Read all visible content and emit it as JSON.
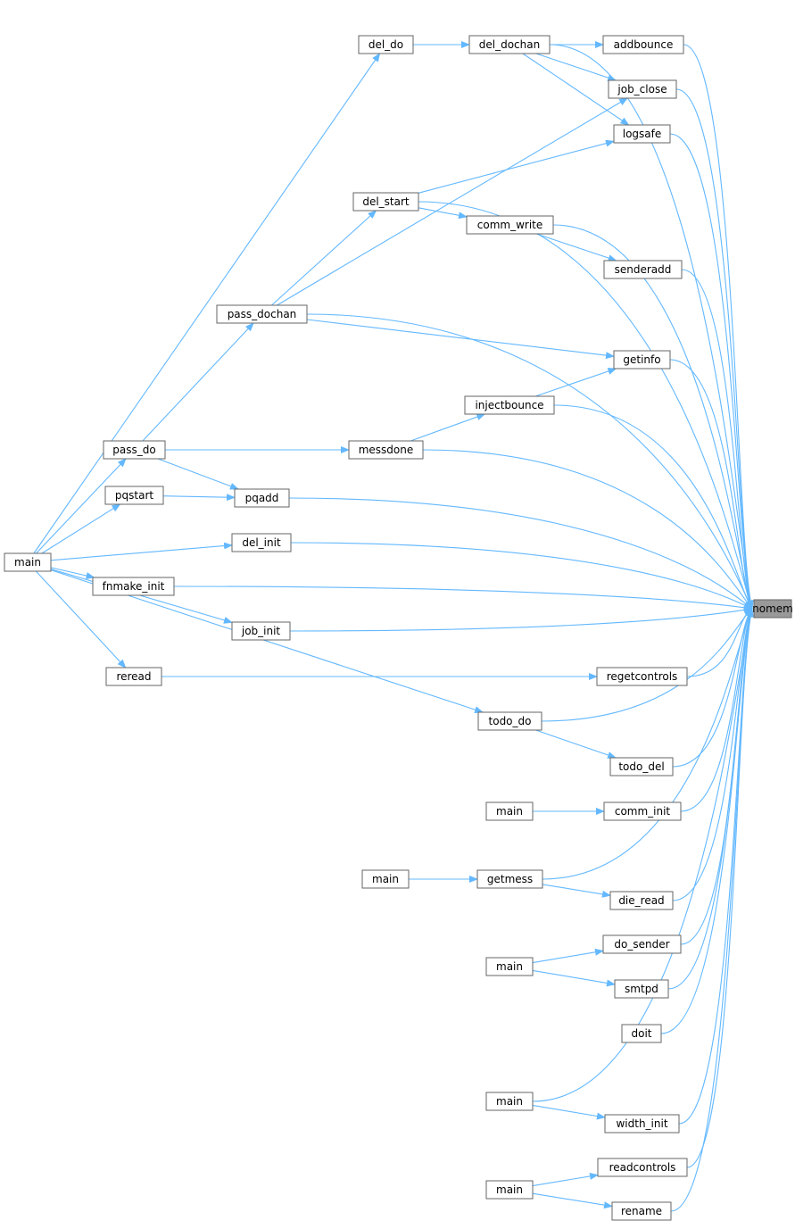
{
  "colors": {
    "edge": "#63b8ff",
    "node_border": "#666666",
    "node_fill": "#ffffff",
    "target_fill": "#999999"
  },
  "nodes": [
    {
      "id": "nomem",
      "label": "nomem",
      "target": true
    },
    {
      "id": "del_do",
      "label": "del_do"
    },
    {
      "id": "del_dochan",
      "label": "del_dochan"
    },
    {
      "id": "addbounce",
      "label": "addbounce"
    },
    {
      "id": "job_close",
      "label": "job_close"
    },
    {
      "id": "logsafe",
      "label": "logsafe"
    },
    {
      "id": "del_start",
      "label": "del_start"
    },
    {
      "id": "comm_write",
      "label": "comm_write"
    },
    {
      "id": "senderadd",
      "label": "senderadd"
    },
    {
      "id": "pass_dochan",
      "label": "pass_dochan"
    },
    {
      "id": "getinfo",
      "label": "getinfo"
    },
    {
      "id": "injectbounce",
      "label": "injectbounce"
    },
    {
      "id": "pass_do",
      "label": "pass_do"
    },
    {
      "id": "messdone",
      "label": "messdone"
    },
    {
      "id": "pqstart",
      "label": "pqstart"
    },
    {
      "id": "pqadd",
      "label": "pqadd"
    },
    {
      "id": "main1",
      "label": "main"
    },
    {
      "id": "del_init",
      "label": "del_init"
    },
    {
      "id": "fnmake_init",
      "label": "fnmake_init"
    },
    {
      "id": "job_init",
      "label": "job_init"
    },
    {
      "id": "reread",
      "label": "reread"
    },
    {
      "id": "regetcontrols",
      "label": "regetcontrols"
    },
    {
      "id": "todo_do",
      "label": "todo_do"
    },
    {
      "id": "todo_del",
      "label": "todo_del"
    },
    {
      "id": "main2",
      "label": "main"
    },
    {
      "id": "comm_init",
      "label": "comm_init"
    },
    {
      "id": "main3",
      "label": "main"
    },
    {
      "id": "getmess",
      "label": "getmess"
    },
    {
      "id": "die_read",
      "label": "die_read"
    },
    {
      "id": "do_sender",
      "label": "do_sender"
    },
    {
      "id": "main4",
      "label": "main"
    },
    {
      "id": "smtpd",
      "label": "smtpd"
    },
    {
      "id": "doit",
      "label": "doit"
    },
    {
      "id": "main5",
      "label": "main"
    },
    {
      "id": "width_init",
      "label": "width_init"
    },
    {
      "id": "readcontrols",
      "label": "readcontrols"
    },
    {
      "id": "main6",
      "label": "main"
    },
    {
      "id": "rename",
      "label": "rename"
    }
  ],
  "edges": [
    [
      "del_do",
      "del_dochan"
    ],
    [
      "del_dochan",
      "addbounce"
    ],
    [
      "del_dochan",
      "job_close"
    ],
    [
      "del_dochan",
      "logsafe"
    ],
    [
      "del_dochan",
      "nomem"
    ],
    [
      "addbounce",
      "nomem"
    ],
    [
      "job_close",
      "nomem"
    ],
    [
      "logsafe",
      "nomem"
    ],
    [
      "del_start",
      "logsafe"
    ],
    [
      "del_start",
      "comm_write"
    ],
    [
      "del_start",
      "nomem"
    ],
    [
      "comm_write",
      "senderadd"
    ],
    [
      "comm_write",
      "nomem"
    ],
    [
      "senderadd",
      "nomem"
    ],
    [
      "pass_dochan",
      "job_close"
    ],
    [
      "pass_dochan",
      "del_start"
    ],
    [
      "pass_dochan",
      "getinfo"
    ],
    [
      "pass_dochan",
      "nomem"
    ],
    [
      "getinfo",
      "nomem"
    ],
    [
      "injectbounce",
      "getinfo"
    ],
    [
      "injectbounce",
      "nomem"
    ],
    [
      "messdone",
      "injectbounce"
    ],
    [
      "messdone",
      "nomem"
    ],
    [
      "pass_do",
      "pass_dochan"
    ],
    [
      "pass_do",
      "messdone"
    ],
    [
      "pass_do",
      "pqadd"
    ],
    [
      "pqstart",
      "pqadd"
    ],
    [
      "pqadd",
      "nomem"
    ],
    [
      "main1",
      "del_do"
    ],
    [
      "main1",
      "pass_do"
    ],
    [
      "main1",
      "pqstart"
    ],
    [
      "main1",
      "del_init"
    ],
    [
      "main1",
      "fnmake_init"
    ],
    [
      "main1",
      "job_init"
    ],
    [
      "main1",
      "reread"
    ],
    [
      "main1",
      "todo_do"
    ],
    [
      "del_init",
      "nomem"
    ],
    [
      "fnmake_init",
      "nomem"
    ],
    [
      "job_init",
      "nomem"
    ],
    [
      "reread",
      "regetcontrols"
    ],
    [
      "regetcontrols",
      "nomem"
    ],
    [
      "todo_do",
      "todo_del"
    ],
    [
      "todo_do",
      "nomem"
    ],
    [
      "todo_del",
      "nomem"
    ],
    [
      "main2",
      "comm_init"
    ],
    [
      "comm_init",
      "nomem"
    ],
    [
      "main3",
      "getmess"
    ],
    [
      "getmess",
      "die_read"
    ],
    [
      "getmess",
      "nomem"
    ],
    [
      "die_read",
      "nomem"
    ],
    [
      "main4",
      "do_sender"
    ],
    [
      "main4",
      "smtpd"
    ],
    [
      "do_sender",
      "nomem"
    ],
    [
      "smtpd",
      "nomem"
    ],
    [
      "doit",
      "nomem"
    ],
    [
      "main5",
      "width_init"
    ],
    [
      "main5",
      "nomem"
    ],
    [
      "width_init",
      "nomem"
    ],
    [
      "main6",
      "readcontrols"
    ],
    [
      "main6",
      "rename"
    ],
    [
      "readcontrols",
      "nomem"
    ],
    [
      "rename",
      "nomem"
    ]
  ]
}
